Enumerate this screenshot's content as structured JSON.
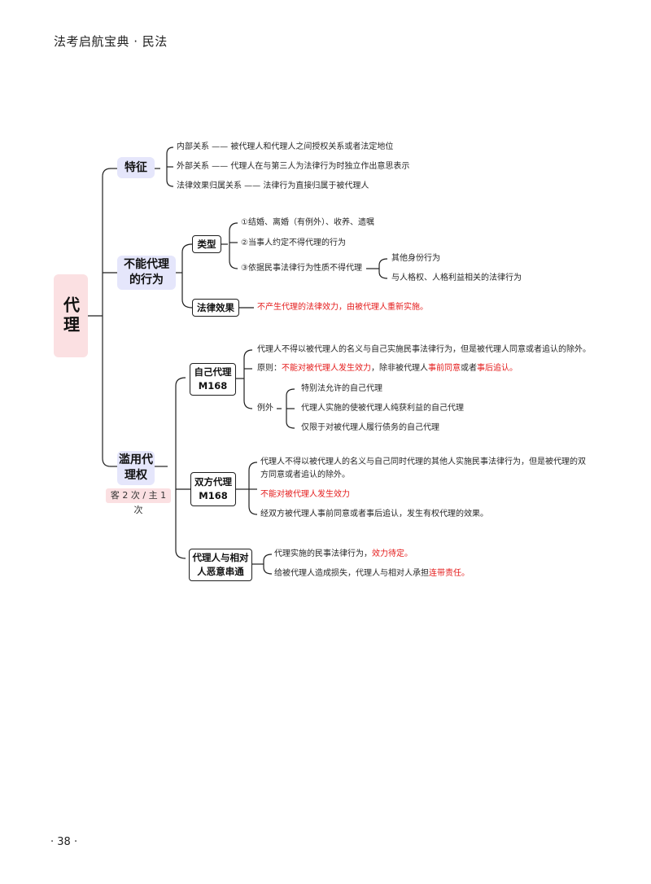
{
  "header": {
    "title": "法考启航宝典 · 民法"
  },
  "footer": {
    "page_number": "· 38 ·"
  },
  "root": {
    "label": "代理"
  },
  "features": {
    "label": "特征",
    "items": [
      "内部关系 —— 被代理人和代理人之间授权关系或者法定地位",
      "外部关系 —— 代理人在与第三人为法律行为时独立作出意思表示",
      "法律效果归属关系 —— 法律行为直接归属于被代理人"
    ]
  },
  "non_agency": {
    "label": "不能代理的行为",
    "types": {
      "label": "类型",
      "item1": "①结婚、离婚（有例外）、收养、遗嘱",
      "item2": "②当事人约定不得代理的行为",
      "item3": "③依据民事法律行为性质不得代理",
      "sub1": "其他身份行为",
      "sub2": "与人格权、人格利益相关的法律行为"
    },
    "effect": {
      "label": "法律效果",
      "text": "不产生代理的法律效力，由被代理人重新实施。"
    }
  },
  "abuse": {
    "label": "滥用代理权",
    "badge": "客 2 次 / 主 1 次",
    "self_agency": {
      "label": "自己代理 M168",
      "line1": "代理人不得以被代理人的名义与自己实施民事法律行为，但是被代理人同意或者追认的除外。",
      "principle_prefix": "原则：",
      "principle_red1": "不能对被代理人发生效力",
      "principle_mid": "，除非被代理人",
      "principle_red2": "事前同意",
      "principle_or": "或者",
      "principle_red3": "事后追认。",
      "exception_label": "例外",
      "exceptions": [
        "特别法允许的自己代理",
        "代理人实施的使被代理人纯获利益的自己代理",
        "仅限于对被代理人履行债务的自己代理"
      ]
    },
    "dual_agency": {
      "label": "双方代理 M168",
      "line1": "代理人不得以被代理人的名义与自己同时代理的其他人实施民事法律行为，但是被代理的双",
      "line1b": "方同意或者追认的除外。",
      "line2": "不能对被代理人发生效力",
      "line3": "经双方被代理人事前同意或者事后追认，发生有权代理的效果。"
    },
    "collusion": {
      "label": "代理人与相对人恶意串通",
      "line1_prefix": "代理实施的民事法律行为，",
      "line1_red": "效力待定。",
      "line2_prefix": "给被代理人造成损失，代理人与相对人承担",
      "line2_red": "连带责任。"
    }
  }
}
